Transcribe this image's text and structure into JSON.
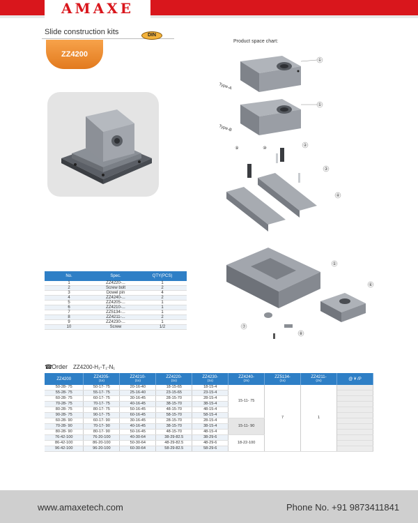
{
  "header": {
    "logo": "AMAXE"
  },
  "product": {
    "kit_title": "Slide construction kits",
    "din_badge": "DIN",
    "code": "ZZ4200",
    "space_chart_label": "Product space chart:"
  },
  "diagram": {
    "type_a": "Type-A",
    "type_b": "Type-B",
    "callouts": [
      "①",
      "①",
      "②",
      "③",
      "④",
      "⑤",
      "⑥",
      "⑦",
      "⑧",
      "⑨",
      "⑩"
    ]
  },
  "parts_table": {
    "headers": [
      "No.",
      "Spec.",
      "QTY(PCS)"
    ],
    "rows": [
      [
        "1",
        "ZZ4220-...",
        "1"
      ],
      [
        "2",
        "Screw bolt",
        "2"
      ],
      [
        "3",
        "Dowel pin",
        "4"
      ],
      [
        "4",
        "ZZ4240-...",
        "2"
      ],
      [
        "5",
        "ZZ4205-...",
        "1"
      ],
      [
        "6",
        "ZZ4210-...",
        "1"
      ],
      [
        "7",
        "ZZ5134-...",
        "1"
      ],
      [
        "8",
        "ZZ4211-...",
        "2"
      ],
      [
        "9",
        "ZZ4230-...",
        "1"
      ],
      [
        "10",
        "Screw",
        "1/2"
      ]
    ]
  },
  "order": {
    "label": "Order",
    "code": "ZZ4200-H₁-T₁-N₁",
    "headers": [
      {
        "name": "ZZ4200",
        "sub": ""
      },
      {
        "name": "ZZ4205-",
        "sub": "(1x)"
      },
      {
        "name": "ZZ4210-",
        "sub": "(1x)"
      },
      {
        "name": "ZZ4220-",
        "sub": "(1x)"
      },
      {
        "name": "ZZ4230-",
        "sub": "(1x)"
      },
      {
        "name": "ZZ4240-",
        "sub": "(2x)"
      },
      {
        "name": "ZZ5134-",
        "sub": "(1x)"
      },
      {
        "name": "ZZ4211-",
        "sub": "(2x)"
      },
      {
        "name": "@ ¥ /P",
        "sub": ""
      }
    ],
    "rows": [
      [
        "50-28- 75",
        "50-17- 75",
        "20-16-40",
        "18-15-65",
        "18-15-4"
      ],
      [
        "55-28- 75",
        "55-17- 75",
        "25-16-40",
        "23-15-65",
        "23-15-4"
      ],
      [
        "60-28- 75",
        "60-17- 75",
        "30-16-45",
        "28-15-70",
        "28-15-4"
      ],
      [
        "70-28- 75",
        "70-17- 75",
        "40-16-45",
        "38-15-70",
        "38-15-4"
      ],
      [
        "80-28- 75",
        "80-17- 75",
        "50-16-45",
        "48-15-70",
        "48-15-4"
      ],
      [
        "90-28- 75",
        "90-17- 75",
        "60-16-45",
        "58-15-70",
        "58-15-4"
      ],
      [
        "60-28- 90",
        "60-17- 90",
        "30-16-45",
        "28-15-70",
        "28-15-4"
      ],
      [
        "70-28- 90",
        "70-17- 90",
        "40-16-45",
        "38-15-70",
        "38-15-4"
      ],
      [
        "80-28- 90",
        "80-17- 90",
        "50-16-45",
        "48-15-70",
        "48-15-4"
      ],
      [
        "76-42-100",
        "76-20-100",
        "40-30-64",
        "38-29-82.5",
        "38-29-6"
      ],
      [
        "86-42-100",
        "86-20-100",
        "50-30-64",
        "48-29-82.5",
        "48-29-6"
      ],
      [
        "96-42-100",
        "96-20-100",
        "60-30-64",
        "58-29-82.5",
        "58-29-6"
      ]
    ],
    "zz4240_groups": [
      "15-11- 75",
      "15-11- 90",
      "18-22-100"
    ],
    "zz5134_value": "7",
    "zz4211_value": "1"
  },
  "footer": {
    "website": "www.amaxetech.com",
    "phone": "Phone No. +91 9873411841"
  },
  "colors": {
    "brand_red": "#d9161c",
    "table_blue": "#2e7fc6",
    "tab_orange": "#f08c2e"
  }
}
